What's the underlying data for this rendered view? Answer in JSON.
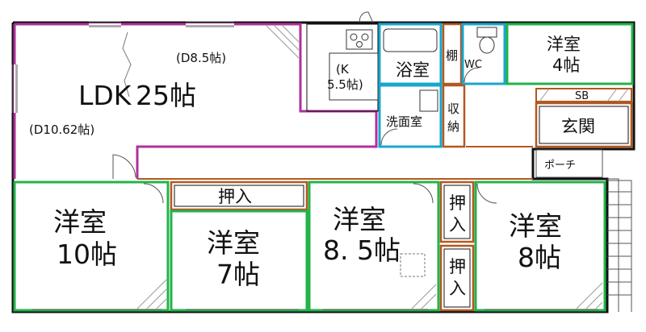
{
  "rooms": {
    "ldk": {
      "name": "LDK",
      "size": "25帖"
    },
    "dining": "(D8.5帖)",
    "living": "(D10.62帖)",
    "kitchen": {
      "line1": "(K",
      "line2": "5.5帖)"
    },
    "bath": "浴室",
    "shelf": "棚",
    "wc": "WC",
    "western4": {
      "name": "洋室",
      "size": "4帖"
    },
    "washroom": "洗面室",
    "storage": {
      "line1": "収",
      "line2": "納"
    },
    "sb": "SB",
    "entrance": "玄関",
    "porch": "ポーチ",
    "western10": {
      "name": "洋室",
      "size": "10帖"
    },
    "closet7": "押入",
    "western7": {
      "name": "洋室",
      "size": "7帖"
    },
    "western85": {
      "name": "洋室",
      "size": "8. 5帖"
    },
    "closet_a": {
      "line1": "押",
      "line2": "入"
    },
    "closet_b": {
      "line1": "押",
      "line2": "入"
    },
    "western8": {
      "name": "洋室",
      "size": "8帖"
    }
  },
  "colors": {
    "wall": "#111111",
    "room_green": "#22b34a",
    "ldk_purple": "#b0309b",
    "wet_cyan": "#1aa6cc",
    "closet_brown": "#b3581f"
  }
}
